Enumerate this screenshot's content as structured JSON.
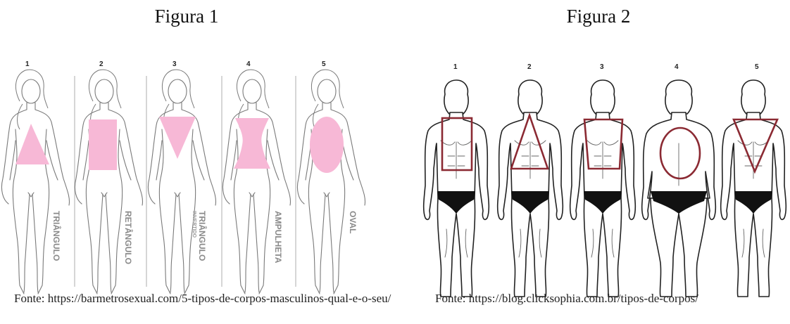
{
  "figure1": {
    "title": "Figura 1",
    "source": "Fonte: https://barmetrosexual.com/5-tipos-de-corpos-masculinos-qual-e-o-seu/",
    "figures": [
      {
        "number": "1",
        "label": "TRIÂNGULO",
        "sublabel": "",
        "shape": "triangle",
        "shape_color": "#f7b8d6"
      },
      {
        "number": "2",
        "label": "RETÂNGULO",
        "sublabel": "",
        "shape": "rectangle",
        "shape_color": "#f7b8d6"
      },
      {
        "number": "3",
        "label": "TRIÂNGULO",
        "sublabel": "INVERTIDO",
        "shape": "inverted-triangle",
        "shape_color": "#f7b8d6"
      },
      {
        "number": "4",
        "label": "AMPULHETA",
        "sublabel": "",
        "shape": "hourglass",
        "shape_color": "#f7b8d6"
      },
      {
        "number": "5",
        "label": "OVAL",
        "sublabel": "",
        "shape": "oval",
        "shape_color": "#f7b8d6"
      }
    ]
  },
  "figure2": {
    "title": "Figura 2",
    "source": "Fonte: https://blog.clicksophia.com.br/tipos-de-corpos/",
    "figures": [
      {
        "number": "1",
        "shape": "rectangle",
        "shape_color": "#8b2a33"
      },
      {
        "number": "2",
        "shape": "triangle",
        "shape_color": "#8b2a33"
      },
      {
        "number": "3",
        "shape": "trapezoid",
        "shape_color": "#8b2a33"
      },
      {
        "number": "4",
        "shape": "oval",
        "shape_color": "#8b2a33"
      },
      {
        "number": "5",
        "shape": "inverted-triangle",
        "shape_color": "#8b2a33"
      }
    ]
  }
}
